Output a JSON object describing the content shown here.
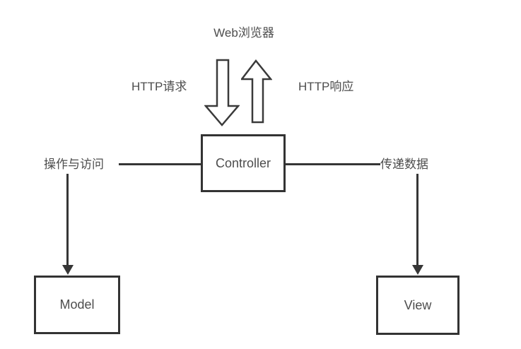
{
  "diagram": {
    "title": "Web浏览器",
    "flow_labels": {
      "http_request": "HTTP请求",
      "http_response": "HTTP响应",
      "operate_and_access": "操作与访问",
      "pass_data": "传递数据"
    },
    "nodes": {
      "controller": "Controller",
      "model": "Model",
      "view": "View"
    },
    "colors": {
      "line": "#363636",
      "box_border": "#333333",
      "text": "#4d4d4d",
      "background": "#ffffff"
    }
  }
}
